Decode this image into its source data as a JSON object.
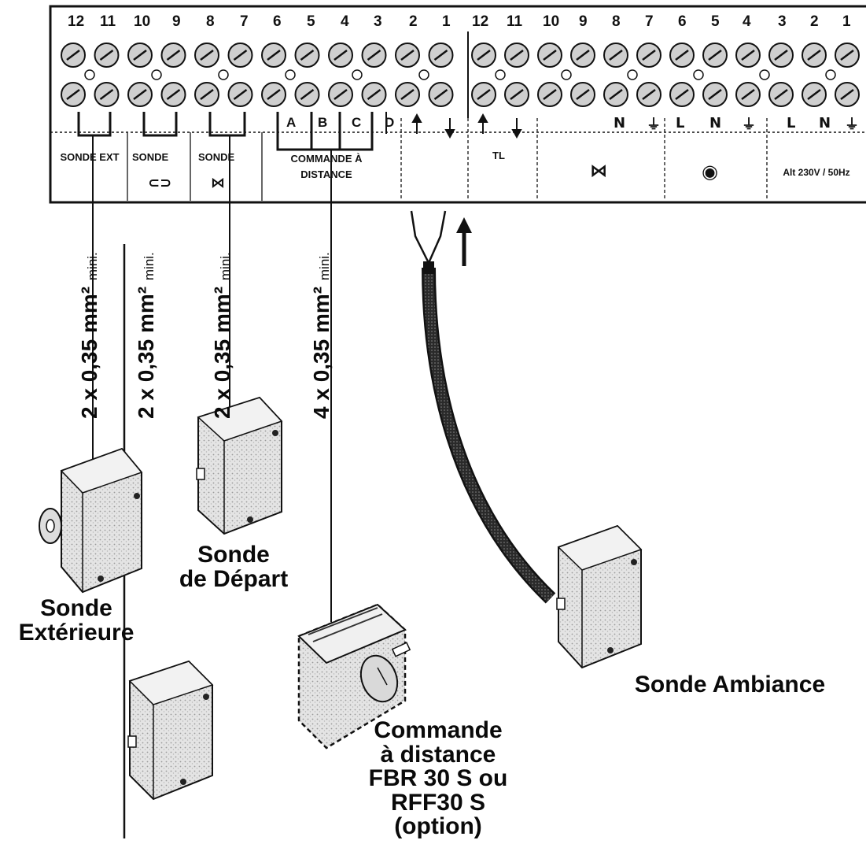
{
  "terminal_block_left": {
    "numbers": [
      "12",
      "11",
      "10",
      "9",
      "8",
      "7",
      "6",
      "5",
      "4",
      "3",
      "2",
      "1"
    ],
    "letters": [
      "A",
      "B",
      "C",
      "D"
    ],
    "section_labels": {
      "sonde_ext": "SONDE EXT",
      "sonde_ecs": "SONDE",
      "sonde_depart": "SONDE",
      "commande": "COMMANDE À DISTANCE"
    }
  },
  "terminal_block_right": {
    "numbers": [
      "12",
      "11",
      "10",
      "9",
      "8",
      "7",
      "6",
      "5",
      "4",
      "3",
      "2",
      "1"
    ],
    "symbols": [
      "N",
      "L",
      "N",
      "L",
      "N"
    ],
    "tl_label": "TL",
    "supply_label": "Alt 230V / 50Hz"
  },
  "cables": {
    "sonde_ext": {
      "prefix": "2 x 0,35 mm²",
      "suffix": "mini."
    },
    "sonde_ecs": {
      "prefix": "2 x 0,35 mm²",
      "suffix": "mini."
    },
    "sonde_depart": {
      "prefix": "2 x 0,35 mm²",
      "suffix": "mini."
    },
    "commande": {
      "prefix": "4 x 0,35 mm²",
      "suffix": "mini."
    }
  },
  "captions": {
    "sonde_exterieure": [
      "Sonde",
      "Extérieure"
    ],
    "sonde_depart": [
      "Sonde",
      "de Départ"
    ],
    "commande": [
      "Commande",
      "à distance",
      "FBR 30 S ou",
      "RFF30 S",
      "(option)"
    ],
    "sonde_ambiance": "Sonde Ambiance"
  }
}
